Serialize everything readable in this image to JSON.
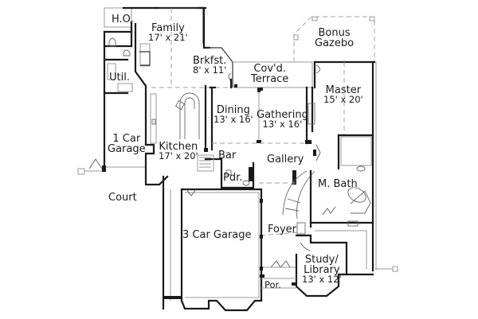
{
  "plan": {
    "rooms": [
      {
        "id": "ho",
        "name": "H.O.",
        "dim": ""
      },
      {
        "id": "family",
        "name": "Family",
        "dim": "17' x 21'"
      },
      {
        "id": "bonus_gazebo",
        "name": "Bonus",
        "dim": "Gazebo"
      },
      {
        "id": "brkfst",
        "name": "Brkfst.",
        "dim": "8' x 11'"
      },
      {
        "id": "covd_terrace",
        "name": "Cov'd.",
        "dim": "Terrace"
      },
      {
        "id": "master",
        "name": "Master",
        "dim": "15' x 20'"
      },
      {
        "id": "util",
        "name": "Util.",
        "dim": ""
      },
      {
        "id": "dining",
        "name": "Dining",
        "dim": "13' x 16'"
      },
      {
        "id": "gathering",
        "name": "Gathering",
        "dim": "13' x 16'"
      },
      {
        "id": "one_car_garage",
        "name": "1 Car",
        "dim": "Garage"
      },
      {
        "id": "kitchen",
        "name": "Kitchen",
        "dim": "17' x 20'"
      },
      {
        "id": "bar",
        "name": "Bar",
        "dim": ""
      },
      {
        "id": "gallery",
        "name": "Gallery",
        "dim": ""
      },
      {
        "id": "pdr",
        "name": "Pdr.",
        "dim": ""
      },
      {
        "id": "m_bath",
        "name": "M. Bath",
        "dim": ""
      },
      {
        "id": "court",
        "name": "Court",
        "dim": ""
      },
      {
        "id": "three_car_garage",
        "name": "3 Car Garage",
        "dim": ""
      },
      {
        "id": "foyer",
        "name": "Foyer",
        "dim": ""
      },
      {
        "id": "study_library",
        "name": "Study/",
        "dim": "Library"
      },
      {
        "id": "study_library_dim",
        "name": "13' x 12'",
        "dim": ""
      },
      {
        "id": "por",
        "name": "Por.",
        "dim": ""
      }
    ]
  }
}
